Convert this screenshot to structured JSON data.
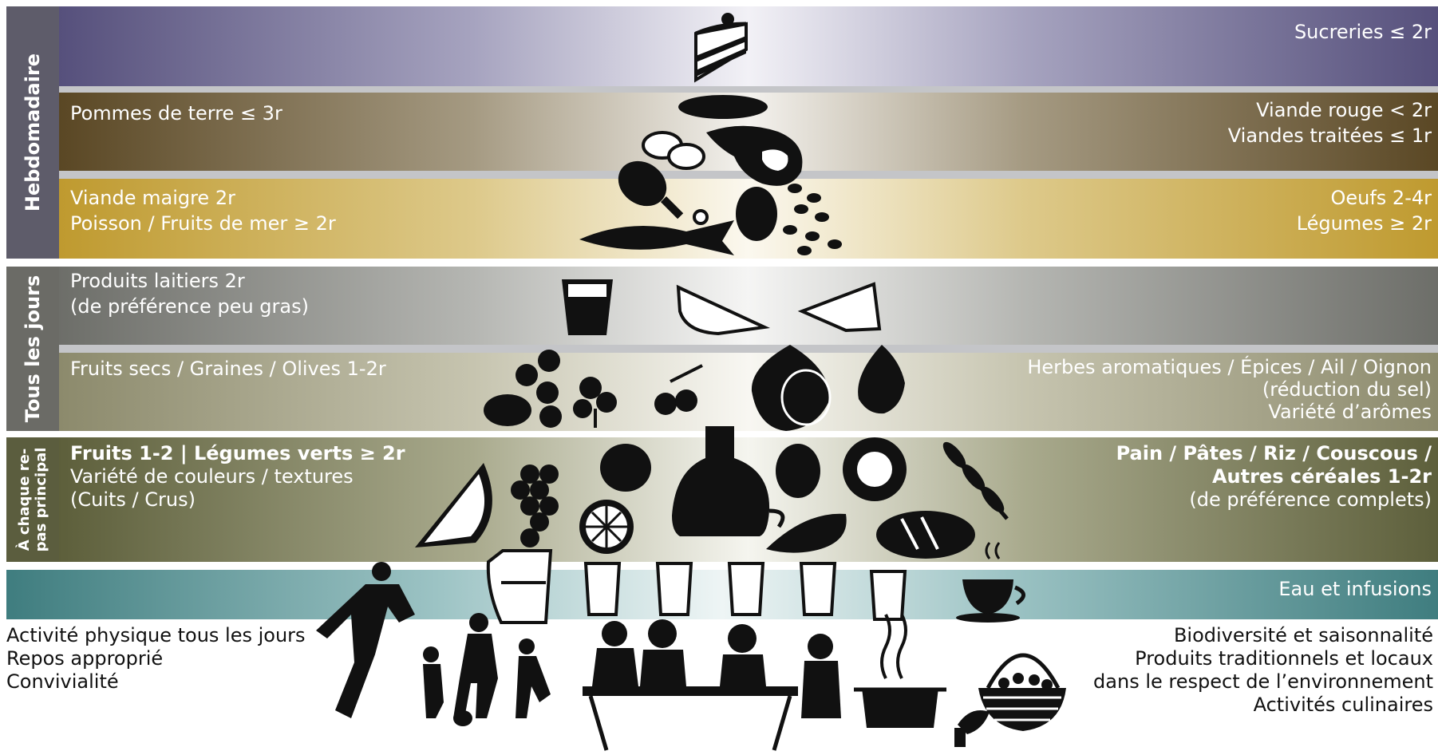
{
  "side_labels": {
    "weekly": "Hebdomadaire",
    "daily": "Tous les jours",
    "meal_line1": "À chaque re-",
    "meal_line2": "pas principal"
  },
  "bands": {
    "sweets": {
      "right": [
        "Sucreries ≤ 2r"
      ]
    },
    "meat": {
      "left": [
        "Pommes de terre ≤ 3r"
      ],
      "right": [
        "Viande rouge < 2r",
        "Viandes traitées ≤ 1r"
      ]
    },
    "protein": {
      "left": [
        "Viande maigre 2r",
        "Poisson / Fruits de mer ≥ 2r"
      ],
      "right": [
        "Oeufs  2-4r",
        "Légumes ≥ 2r"
      ]
    },
    "dairy": {
      "left": [
        "Produits laitiers 2r",
        "(de préférence peu gras)"
      ]
    },
    "nuts": {
      "left": [
        "Fruits secs / Graines / Olives 1-2r"
      ],
      "right": [
        "Herbes aromatiques  / Épices / Ail / Oignon",
        "(réduction du sel)",
        "Variété d’arômes"
      ]
    },
    "plants": {
      "left": [
        "Fruits 1-2 | Légumes verts ≥ 2r",
        "Variété de couleurs / textures",
        "(Cuits / Crus)"
      ],
      "right": [
        "Pain / Pâtes / Riz / Couscous /",
        "Autres céréales 1-2r",
        "(de préférence complets)"
      ]
    },
    "water": {
      "right": [
        "Eau et infusions"
      ]
    }
  },
  "footer": {
    "left": [
      "Activité physique tous les jours",
      "Repos approprié",
      "Convivialité"
    ],
    "right": [
      "Biodiversité et saisonnalité",
      "Produits traditionnels et locaux",
      "dans le respect de l’environnement",
      "Activités culinaires"
    ]
  },
  "colors": {
    "sweets": "#56507c",
    "meat": "#5a4724",
    "protein": "#bf9a2f",
    "dairy": "#6d6e69",
    "nuts": "#8c8a6c",
    "plants": "#5d5f3b",
    "water": "#3f7d7f"
  },
  "icons": [
    "cake-icon",
    "sausage-icon",
    "steak-icon",
    "potatoes-icon",
    "chicken-leg-icon",
    "egg-icon",
    "beans-icon",
    "fish-icon",
    "yogurt-icon",
    "cheese-icon",
    "nuts-icon",
    "parsley-icon",
    "olives-icon",
    "onion-icon",
    "garlic-icon",
    "watermelon-icon",
    "grapes-icon",
    "apple-icon",
    "orange-slice-icon",
    "oil-jar-icon",
    "artichoke-icon",
    "cabbage-icon",
    "wheat-icon",
    "bread-icon",
    "leafy-green-icon",
    "pitcher-icon",
    "glass-icon",
    "tea-cup-icon",
    "exercise-people-icon",
    "family-meal-icon",
    "cooking-pot-icon",
    "basket-icon",
    "mushroom-icon"
  ]
}
